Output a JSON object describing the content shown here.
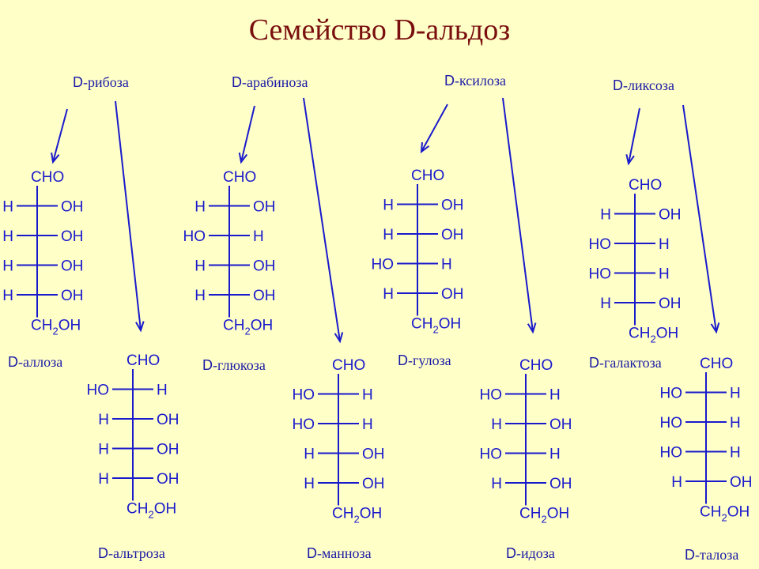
{
  "title": "Семейство D-альдоз",
  "colors": {
    "background": "#ffffc8",
    "title": "#7a0f0f",
    "structure": "#1a1acc"
  },
  "labels": {
    "top": "CHO",
    "bottom": {
      "main": "CH",
      "sub": "2",
      "tail": "OH"
    }
  },
  "parents": [
    {
      "name": "D-рибоза"
    },
    {
      "name": "D-арабиноза"
    },
    {
      "name": "D-ксилоза"
    },
    {
      "name": "D-ликсоза"
    }
  ],
  "sugars": [
    {
      "name": "D-аллоза",
      "rows": [
        [
          "H",
          "OH"
        ],
        [
          "H",
          "OH"
        ],
        [
          "H",
          "OH"
        ],
        [
          "H",
          "OH"
        ]
      ]
    },
    {
      "name": "D-альтроза",
      "rows": [
        [
          "HO",
          "H"
        ],
        [
          "H",
          "OH"
        ],
        [
          "H",
          "OH"
        ],
        [
          "H",
          "OH"
        ]
      ]
    },
    {
      "name": "D-глюкоза",
      "rows": [
        [
          "H",
          "OH"
        ],
        [
          "HO",
          "H"
        ],
        [
          "H",
          "OH"
        ],
        [
          "H",
          "OH"
        ]
      ]
    },
    {
      "name": "D-манноза",
      "rows": [
        [
          "HO",
          "H"
        ],
        [
          "HO",
          "H"
        ],
        [
          "H",
          "OH"
        ],
        [
          "H",
          "OH"
        ]
      ]
    },
    {
      "name": "D-гулоза",
      "rows": [
        [
          "H",
          "OH"
        ],
        [
          "H",
          "OH"
        ],
        [
          "HO",
          "H"
        ],
        [
          "H",
          "OH"
        ]
      ]
    },
    {
      "name": "D-идоза",
      "rows": [
        [
          "HO",
          "H"
        ],
        [
          "H",
          "OH"
        ],
        [
          "HO",
          "H"
        ],
        [
          "H",
          "OH"
        ]
      ]
    },
    {
      "name": "D-галактоза",
      "rows": [
        [
          "H",
          "OH"
        ],
        [
          "HO",
          "H"
        ],
        [
          "HO",
          "H"
        ],
        [
          "H",
          "OH"
        ]
      ]
    },
    {
      "name": "D-талоза",
      "rows": [
        [
          "HO",
          "H"
        ],
        [
          "HO",
          "H"
        ],
        [
          "HO",
          "H"
        ],
        [
          "H",
          "OH"
        ]
      ]
    }
  ]
}
